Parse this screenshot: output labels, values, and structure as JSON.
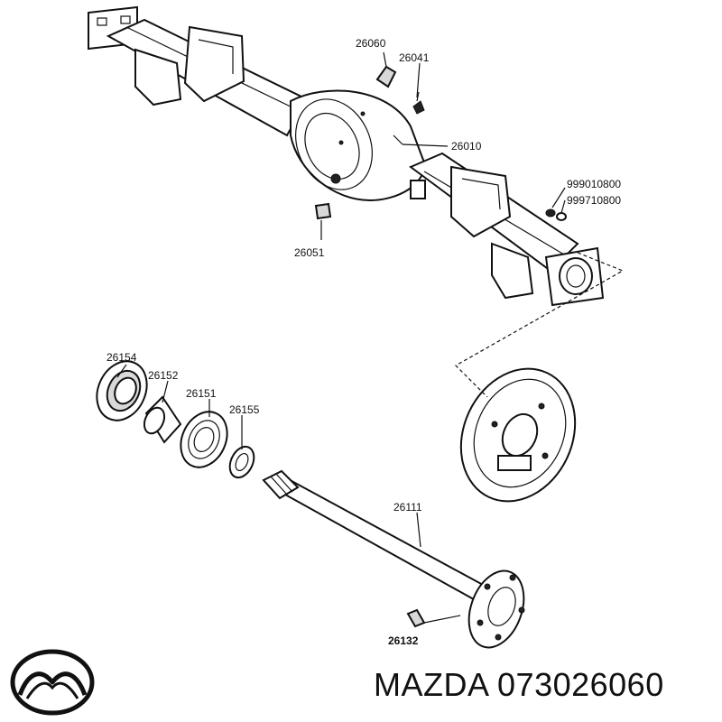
{
  "parts": {
    "p26060": "26060",
    "p26041": "26041",
    "p26010": "26010",
    "p999010800": "999010800",
    "p999710800": "999710800",
    "p26051": "26051",
    "p26154": "26154",
    "p26152": "26152",
    "p26151": "26151",
    "p26155": "26155",
    "p26111": "26111",
    "p26132": "26132"
  },
  "caption": {
    "brand": "MAZDA",
    "part_number": "073026060"
  },
  "colors": {
    "ink": "#111111",
    "background": "#ffffff"
  },
  "logo": {
    "icon": "mazda-logo-icon"
  }
}
